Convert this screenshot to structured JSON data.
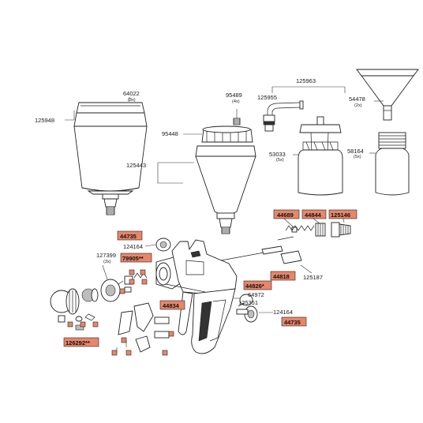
{
  "colors": {
    "highlight": "#e8866a",
    "outline": "#222222",
    "background": "#ffffff"
  },
  "labels": {
    "p64022": "64022",
    "p64022_qty": "(3x)",
    "p125948": "125948",
    "p95489": "95489",
    "p95489_qty": "(4x)",
    "p95448": "95448",
    "p125443": "125443",
    "p125963": "125963",
    "p125955": "125955",
    "p53033": "53033",
    "p53033_qty": "(5x)",
    "p54478": "54478",
    "p54478_qty": "(2x)",
    "p58164": "58164",
    "p58164_qty": "(5x)",
    "p127399": "127399",
    "p127399_qty": "(3x)",
    "p124164_top": "124164",
    "p125187": "125187",
    "p125351": "125351",
    "p64972": "64972",
    "p124164_bottom": "124164"
  },
  "highlighted": {
    "h44689": "44689",
    "h44844": "44844",
    "h125146": "125146",
    "h44735_top": "44735",
    "h79905": "79905**",
    "h44818": "44818",
    "h44826": "44826*",
    "h44834": "44834",
    "h44735_bottom": "44735",
    "h126292": "126292**"
  }
}
